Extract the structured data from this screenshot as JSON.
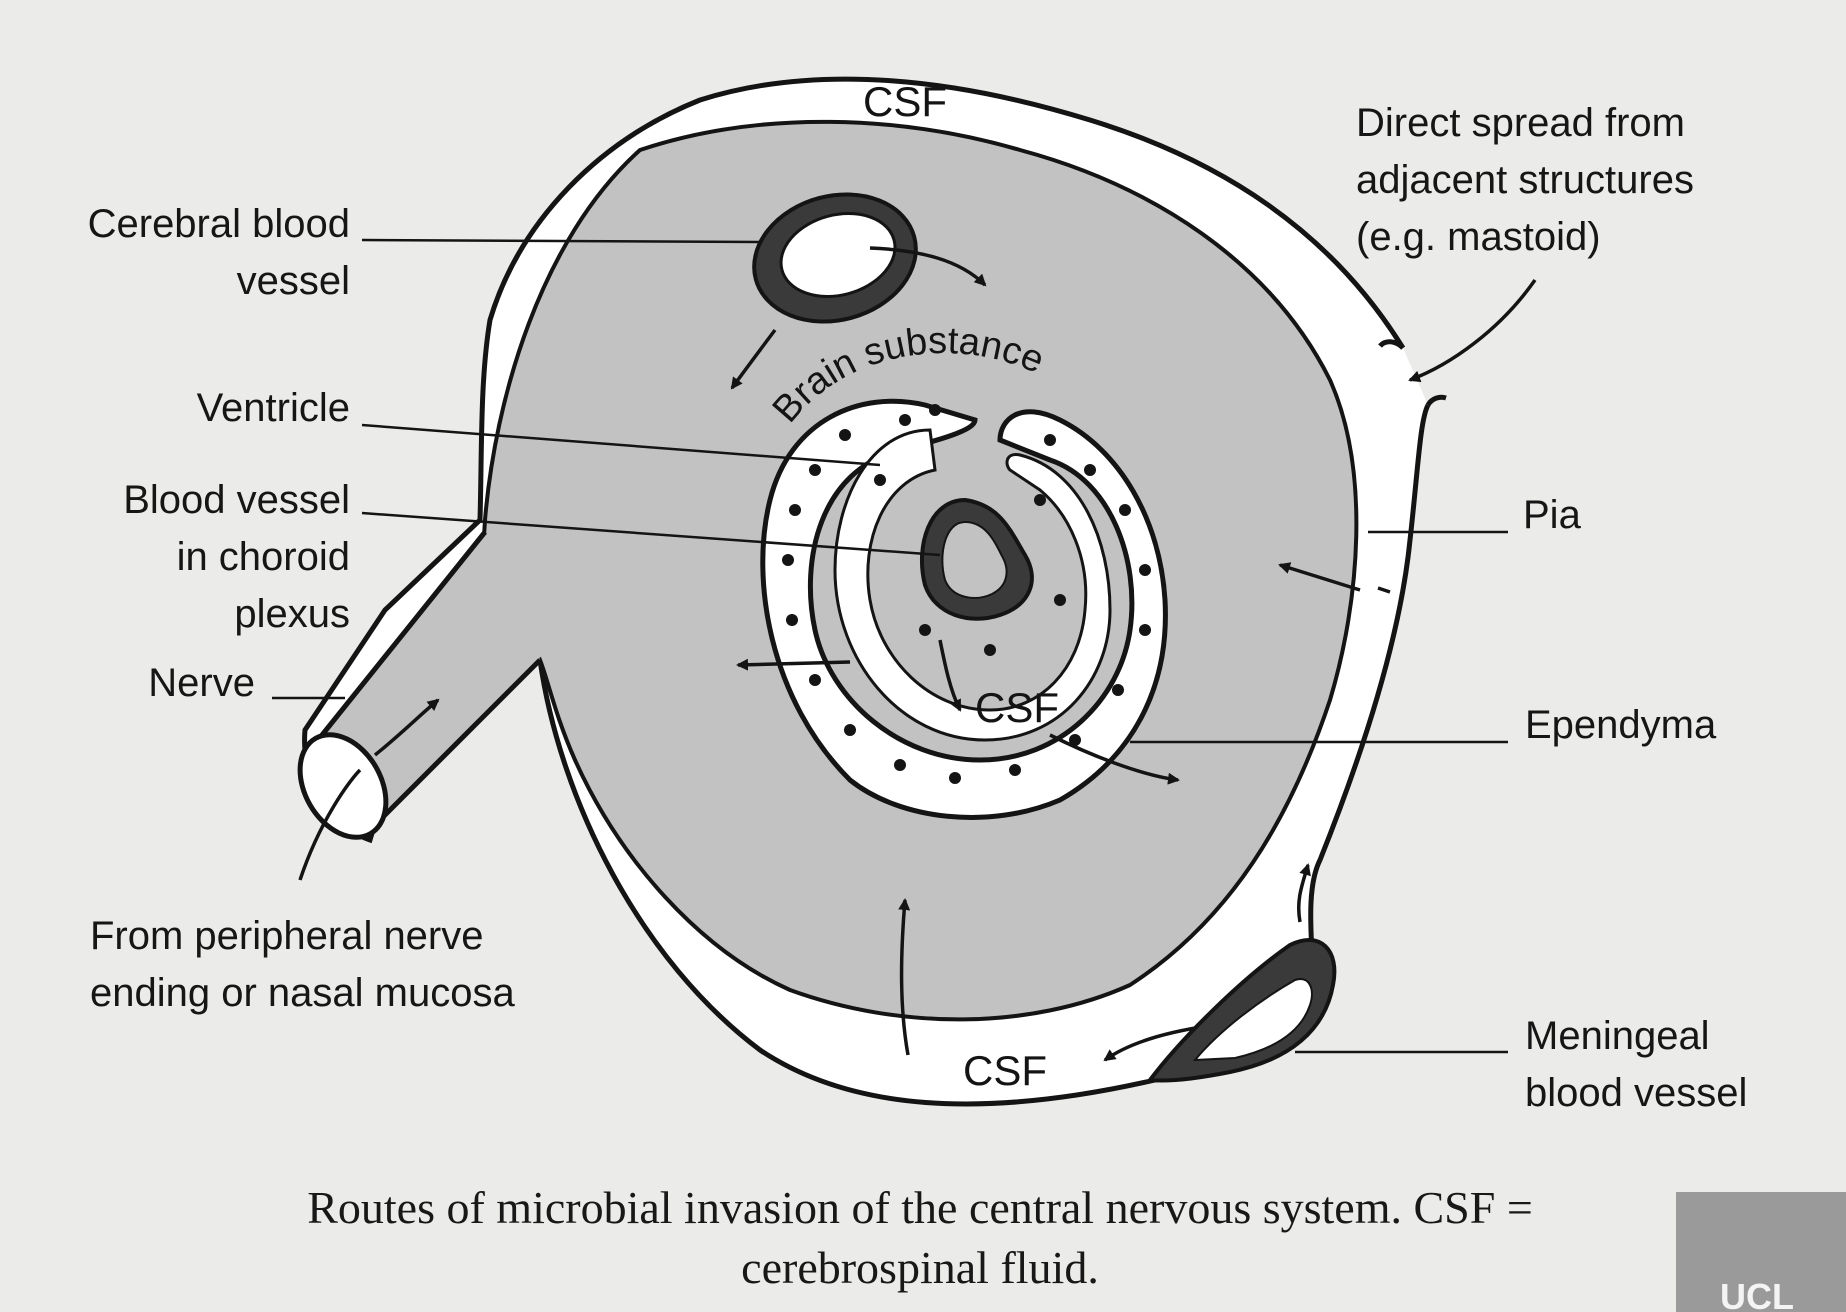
{
  "labels": {
    "csf_top": "CSF",
    "csf_mid": "CSF",
    "csf_bottom": "CSF",
    "brain_substance": "Brain substance",
    "cerebral_blood_vessel": "Cerebral blood\nvessel",
    "ventricle": "Ventricle",
    "choroid_vessel": "Blood vessel\nin choroid\nplexus",
    "nerve": "Nerve",
    "peripheral": "From peripheral nerve\nending or nasal mucosa",
    "direct_spread": "Direct spread from\nadjacent structures\n(e.g. mastoid)",
    "pia": "Pia",
    "ependyma": "Ependyma",
    "meningeal": "Meningeal\nblood vessel"
  },
  "caption": "Routes of microbial invasion of the central nervous system. CSF = cerebrospinal fluid.",
  "badge": "UCL",
  "colors": {
    "background": "#ebebe9",
    "brain_fill": "#c2c2c2",
    "line": "#141414",
    "vessel_wall": "#3a3a3a",
    "csf_fill": "#ffffff"
  }
}
